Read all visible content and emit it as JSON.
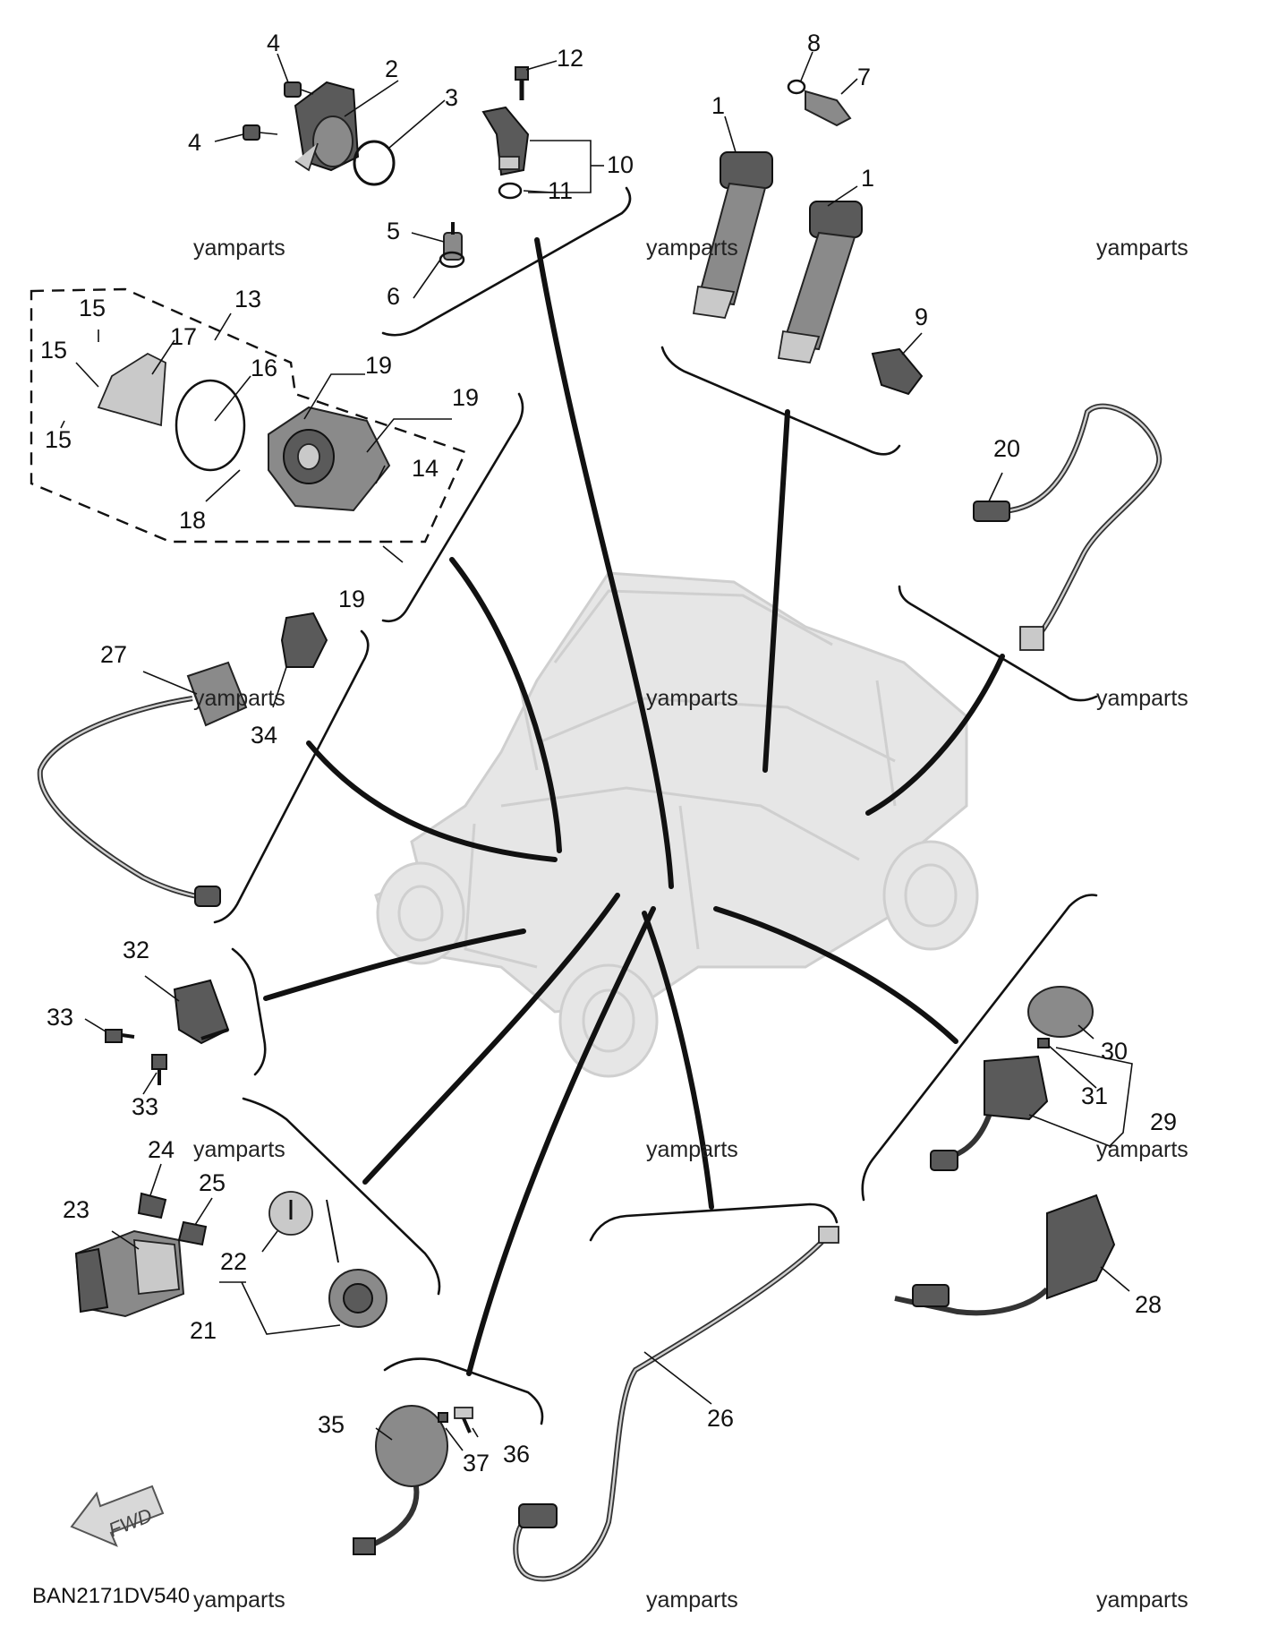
{
  "diagram": {
    "code": "BAN2171DV540",
    "direction_label": "FWD",
    "watermark": "yamparts",
    "callouts": {
      "c1a": "1",
      "c1b": "1",
      "c2": "2",
      "c3": "3",
      "c4a": "4",
      "c4b": "4",
      "c5": "5",
      "c6": "6",
      "c7": "7",
      "c8": "8",
      "c9": "9",
      "c10": "10",
      "c11": "11",
      "c12": "12",
      "c13": "13",
      "c14": "14",
      "c15a": "15",
      "c15b": "15",
      "c15c": "15",
      "c16": "16",
      "c17": "17",
      "c18": "18",
      "c19a": "19",
      "c19b": "19",
      "c19c": "19",
      "c20": "20",
      "c21": "21",
      "c22": "22",
      "c23": "23",
      "c24": "24",
      "c25": "25",
      "c26": "26",
      "c27": "27",
      "c28": "28",
      "c29": "29",
      "c30": "30",
      "c31": "31",
      "c32": "32",
      "c33a": "33",
      "c33b": "33",
      "c34": "34",
      "c35": "35",
      "c36": "36",
      "c37": "37"
    }
  }
}
